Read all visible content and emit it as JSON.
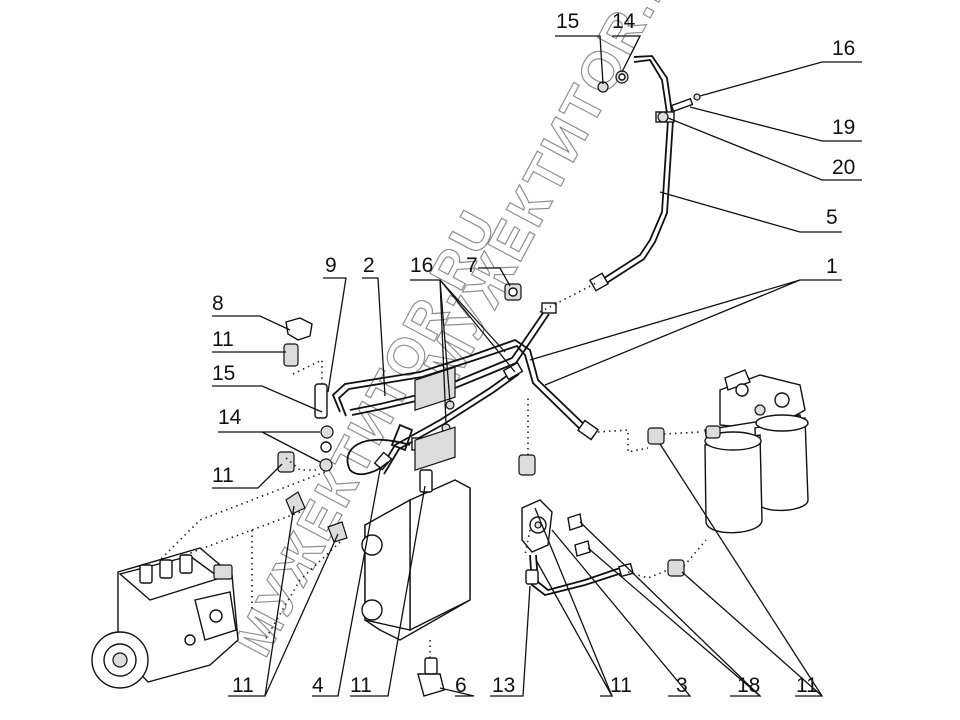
{
  "watermark": {
    "upper": "МУЖЕКТИТОR.RU",
    "lower": "МУЖЕКТИТОR.RU"
  },
  "callouts": {
    "c15_top": "15",
    "c14_top": "14",
    "c16_top": "16",
    "c19": "19",
    "c20": "20",
    "c5": "5",
    "c1": "1",
    "c9": "9",
    "c2": "2",
    "c16_mid": "16",
    "c7": "7",
    "c8": "8",
    "c11_a": "11",
    "c15_left": "15",
    "c14_left": "14",
    "c11_b": "11",
    "c11_bottom_left": "11",
    "c4": "4",
    "c11_bottom_mid": "11",
    "c6": "6",
    "c13": "13",
    "c11_bottom_c": "11",
    "c3": "3",
    "c18": "18",
    "c11_bottom_right": "11"
  }
}
